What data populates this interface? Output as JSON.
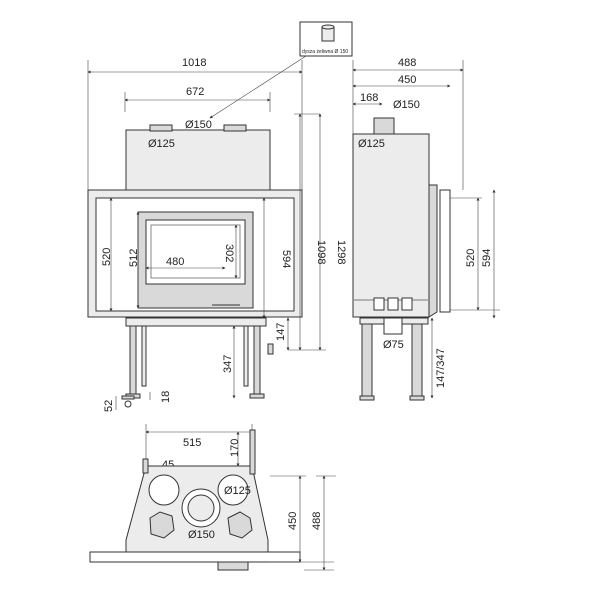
{
  "callout": {
    "label": "dysza żeliwna Ø 150"
  },
  "front_view": {
    "overall_width": "1018",
    "top_width": "672",
    "top_outlet": "Ø150",
    "side_outlet": "Ø125",
    "glass_height": "302",
    "glass_width": "480",
    "door_height": "512",
    "body_height": "520",
    "side_height": "594",
    "height_1098": "1098",
    "height_1298": "1298",
    "leg_147": "147",
    "leg_347": "347",
    "foot_52": "52",
    "foot_18": "18"
  },
  "side_view": {
    "depth_488": "488",
    "depth_450": "450",
    "offset_168": "168",
    "top_outlet": "Ø150",
    "side_outlet": "Ø125",
    "bottom_outlet": "Ø75",
    "height_520": "520",
    "height_594": "594",
    "leg_range": "147/347"
  },
  "plan_view": {
    "width_515": "515",
    "depth_170": "170",
    "offset_45": "45",
    "outlet_125": "Ø125",
    "outlet_150": "Ø150",
    "depth_450": "450",
    "depth_488": "488"
  }
}
